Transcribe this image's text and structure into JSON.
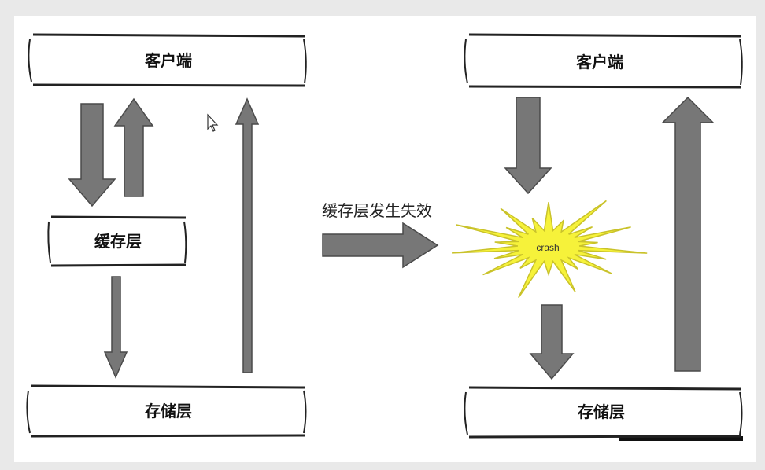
{
  "left": {
    "client_label": "客户端",
    "cache_label": "缓存层",
    "storage_label": "存储层"
  },
  "transition": {
    "label": "缓存层发生失效"
  },
  "right": {
    "client_label": "客户端",
    "crash_label": "crash",
    "storage_label": "存储层"
  },
  "colors": {
    "arrow_fill": "#777777",
    "arrow_stroke": "#4a4a4a",
    "burst_fill": "#f6f23a",
    "burst_stroke": "#c9c22a",
    "background": "#ffffff"
  },
  "icons": {
    "cursor": "mouse-pointer-icon"
  }
}
